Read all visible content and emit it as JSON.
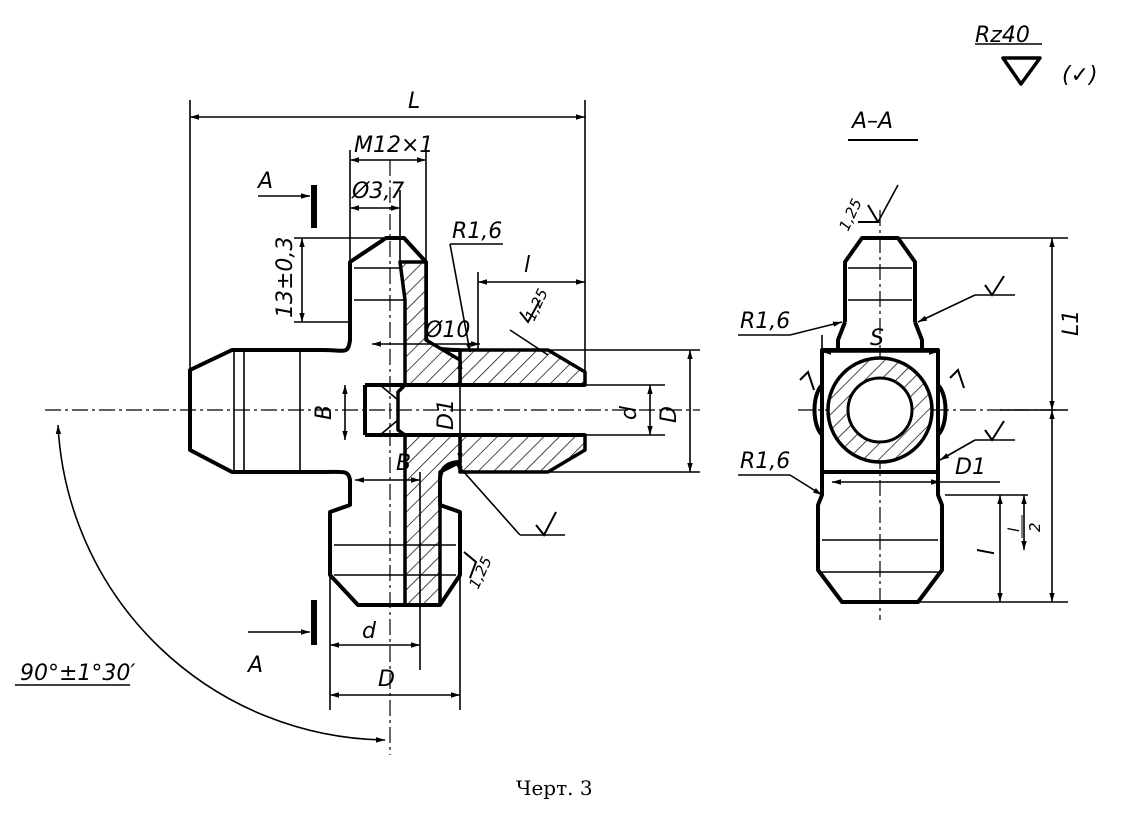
{
  "surface_mark": "Rz40",
  "surface_mark_check": "(✓)",
  "section_title": "A–A",
  "section_marker": "A",
  "labels": {
    "L": "L",
    "thread": "M12×1",
    "dia37": "Ø3,7",
    "tol13": "13±0,3",
    "r16": "R1,6",
    "l": "l",
    "phi10": "Ø10",
    "B": "B",
    "D1": "D1",
    "d": "d",
    "D": "D",
    "ra125": "1,25",
    "angle": "90°±1°30′",
    "S": "S",
    "L1": "L1",
    "l_half_num": "l",
    "l_half_den": "2"
  },
  "caption": "Черт. 3"
}
